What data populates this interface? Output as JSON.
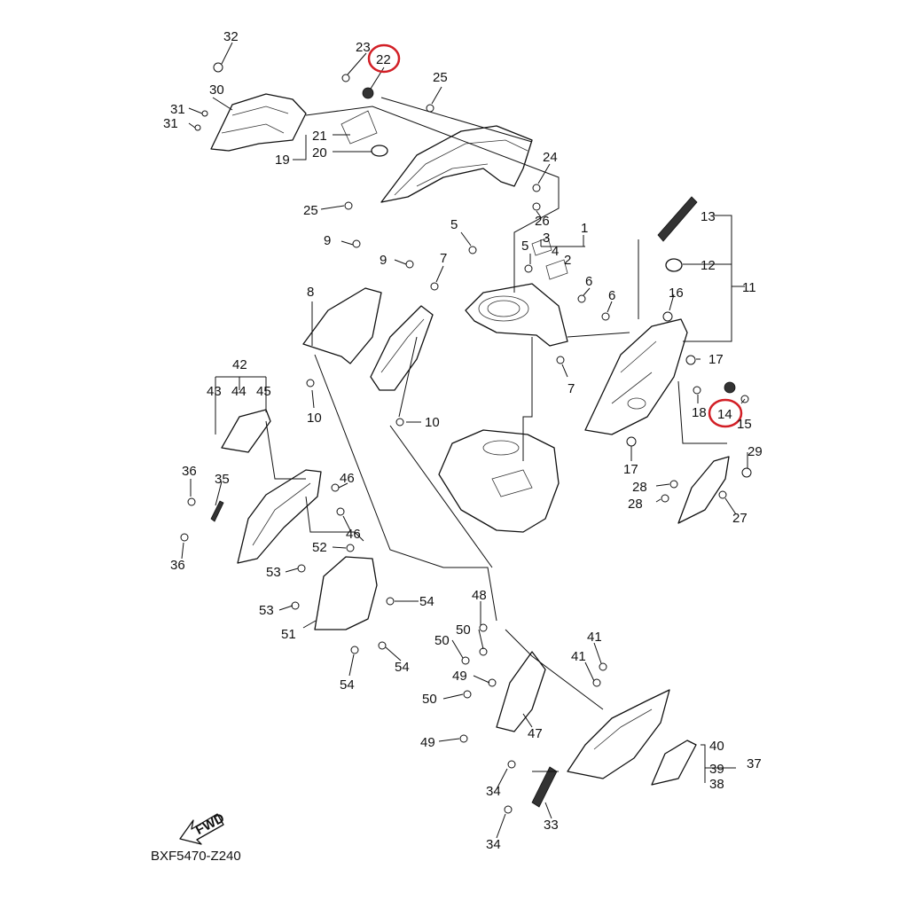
{
  "diagram_code": "BXF5470-Z240",
  "fwd_label": "FWD",
  "highlight_color": "#d21f26",
  "labels": {
    "l1": "1",
    "l2": "2",
    "l3": "3",
    "l4": "4",
    "l5a": "5",
    "l5b": "5",
    "l6a": "6",
    "l6b": "6",
    "l7a": "7",
    "l7b": "7",
    "l8": "8",
    "l9a": "9",
    "l9b": "9",
    "l10a": "10",
    "l10b": "10",
    "l11": "11",
    "l12": "12",
    "l13": "13",
    "l14": "14",
    "l15": "15",
    "l16": "16",
    "l17a": "17",
    "l17b": "17",
    "l18": "18",
    "l19": "19",
    "l20": "20",
    "l21": "21",
    "l22": "22",
    "l23": "23",
    "l24": "24",
    "l25a": "25",
    "l25b": "25",
    "l26": "26",
    "l27": "27",
    "l28a": "28",
    "l28b": "28",
    "l29": "29",
    "l30": "30",
    "l31a": "31",
    "l31b": "31",
    "l32": "32",
    "l33": "33",
    "l34a": "34",
    "l34b": "34",
    "l35": "35",
    "l36a": "36",
    "l36b": "36",
    "l37": "37",
    "l38": "38",
    "l39": "39",
    "l40": "40",
    "l41a": "41",
    "l41b": "41",
    "l42": "42",
    "l43": "43",
    "l44": "44",
    "l45": "45",
    "l46a": "46",
    "l46b": "46",
    "l47": "47",
    "l48": "48",
    "l49a": "49",
    "l49b": "49",
    "l50a": "50",
    "l50b": "50",
    "l50c": "50",
    "l51": "51",
    "l52": "52",
    "l53a": "53",
    "l53b": "53",
    "l54a": "54",
    "l54b": "54",
    "l54c": "54"
  },
  "highlighted_parts": [
    "22",
    "14"
  ]
}
